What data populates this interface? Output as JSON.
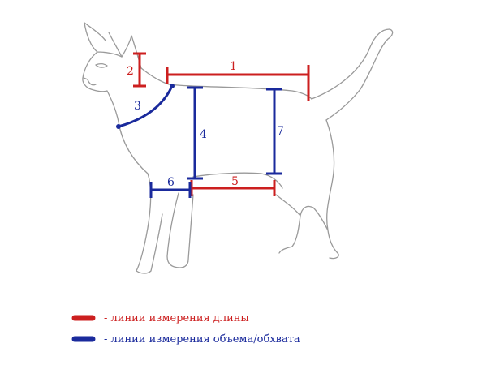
{
  "colors": {
    "length": "#cc1f1f",
    "girth": "#1a2a9c",
    "outline": "#9a9a9a"
  },
  "measurements": [
    {
      "label": "1",
      "type": "length"
    },
    {
      "label": "2",
      "type": "length"
    },
    {
      "label": "3",
      "type": "girth"
    },
    {
      "label": "4",
      "type": "girth"
    },
    {
      "label": "5",
      "type": "length"
    },
    {
      "label": "6",
      "type": "girth"
    },
    {
      "label": "7",
      "type": "girth"
    }
  ],
  "legend": {
    "length_text": "- линии измерения длины",
    "girth_text": "- линии измерения объема/обхвата"
  }
}
